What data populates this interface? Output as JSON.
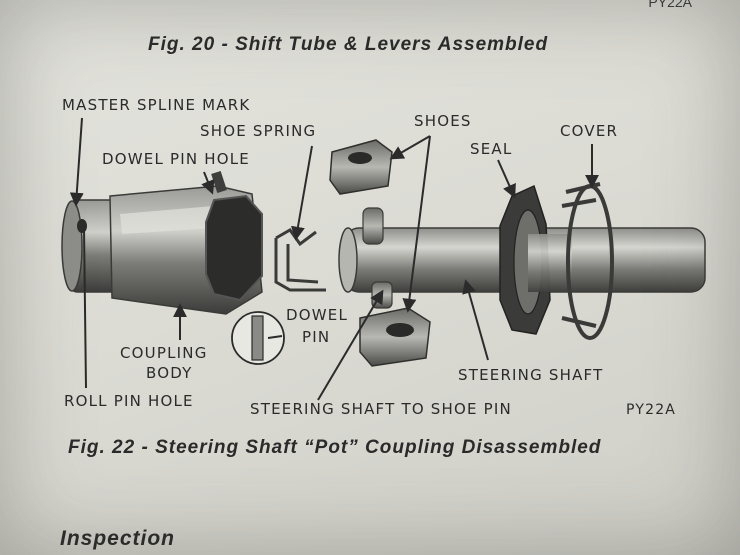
{
  "captions": {
    "corner_fragment": "PY22A",
    "fig20": "Fig. 20 - Shift Tube & Levers Assembled",
    "fig22": "Fig. 22 - Steering Shaft “Pot” Coupling Disassembled",
    "inspection": "Inspection"
  },
  "labels": {
    "master_spline_mark": "MASTER SPLINE MARK",
    "shoe_spring": "SHOE SPRING",
    "dowel_pin_hole": "DOWEL PIN HOLE",
    "shoes": "SHOES",
    "seal": "SEAL",
    "cover": "COVER",
    "dowel": "DOWEL",
    "pin": "PIN",
    "coupling": "COUPLING",
    "body": "BODY",
    "roll_pin_hole": "ROLL PIN HOLE",
    "steering_shaft": "STEERING SHAFT",
    "steering_shaft_to_shoe_pin": "STEERING SHAFT TO SHOE PIN",
    "figure_code": "PY22A"
  },
  "colors": {
    "paper": "#dcdcd5",
    "ink": "#2b2b2b",
    "metal_dark": "#3e3e3e",
    "metal_mid": "#8a8a86",
    "metal_light": "#c9c9c4"
  }
}
